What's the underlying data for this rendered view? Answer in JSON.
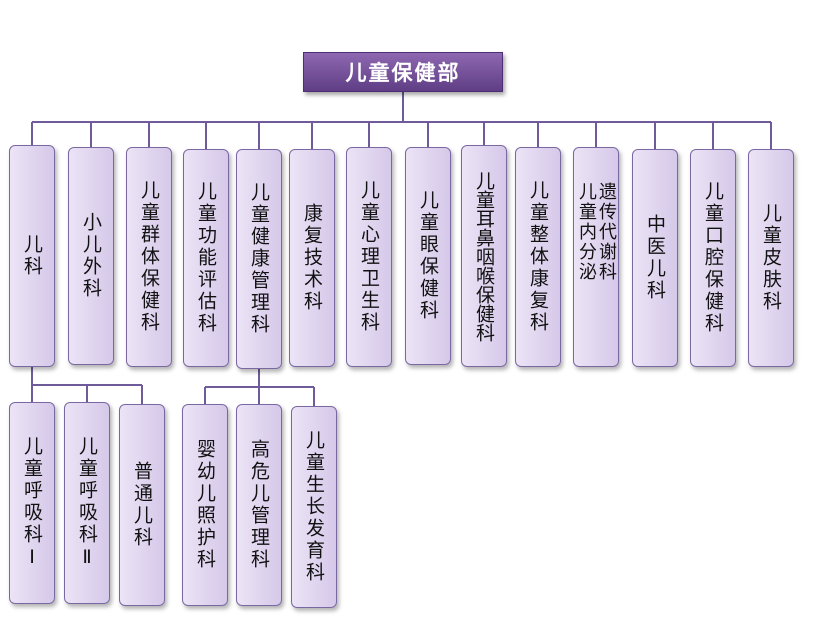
{
  "root": {
    "label": "儿童保健部"
  },
  "departments": [
    {
      "id": "d1",
      "label": "儿科"
    },
    {
      "id": "d2",
      "label": "小儿外科"
    },
    {
      "id": "d3",
      "label": "儿童群体保健科"
    },
    {
      "id": "d4",
      "label": "儿童功能评估科"
    },
    {
      "id": "d5",
      "label": "儿童健康管理科"
    },
    {
      "id": "d6",
      "label": "康复技术科"
    },
    {
      "id": "d7",
      "label": "儿童心理卫生科"
    },
    {
      "id": "d8",
      "label": "儿童眼保健科"
    },
    {
      "id": "d9",
      "label": "儿童耳鼻咽喉保健科"
    },
    {
      "id": "d10",
      "label": "儿童整体康复科"
    },
    {
      "id": "d11",
      "label": "儿童内分泌遗传代谢科"
    },
    {
      "id": "d12",
      "label": "中医儿科"
    },
    {
      "id": "d13",
      "label": "儿童口腔保健科"
    },
    {
      "id": "d14",
      "label": "儿童皮肤科"
    }
  ],
  "sub_departments": [
    {
      "id": "s1",
      "parent": "d1",
      "label": "儿童呼吸科Ⅰ"
    },
    {
      "id": "s2",
      "parent": "d1",
      "label": "儿童呼吸科Ⅱ"
    },
    {
      "id": "s3",
      "parent": "d1",
      "label": "普通儿科"
    },
    {
      "id": "s4",
      "parent": "d5",
      "label": "婴幼儿照护科"
    },
    {
      "id": "s5",
      "parent": "d5",
      "label": "高危儿管理科"
    },
    {
      "id": "s6",
      "parent": "d5",
      "label": "儿童生长发育科"
    }
  ]
}
